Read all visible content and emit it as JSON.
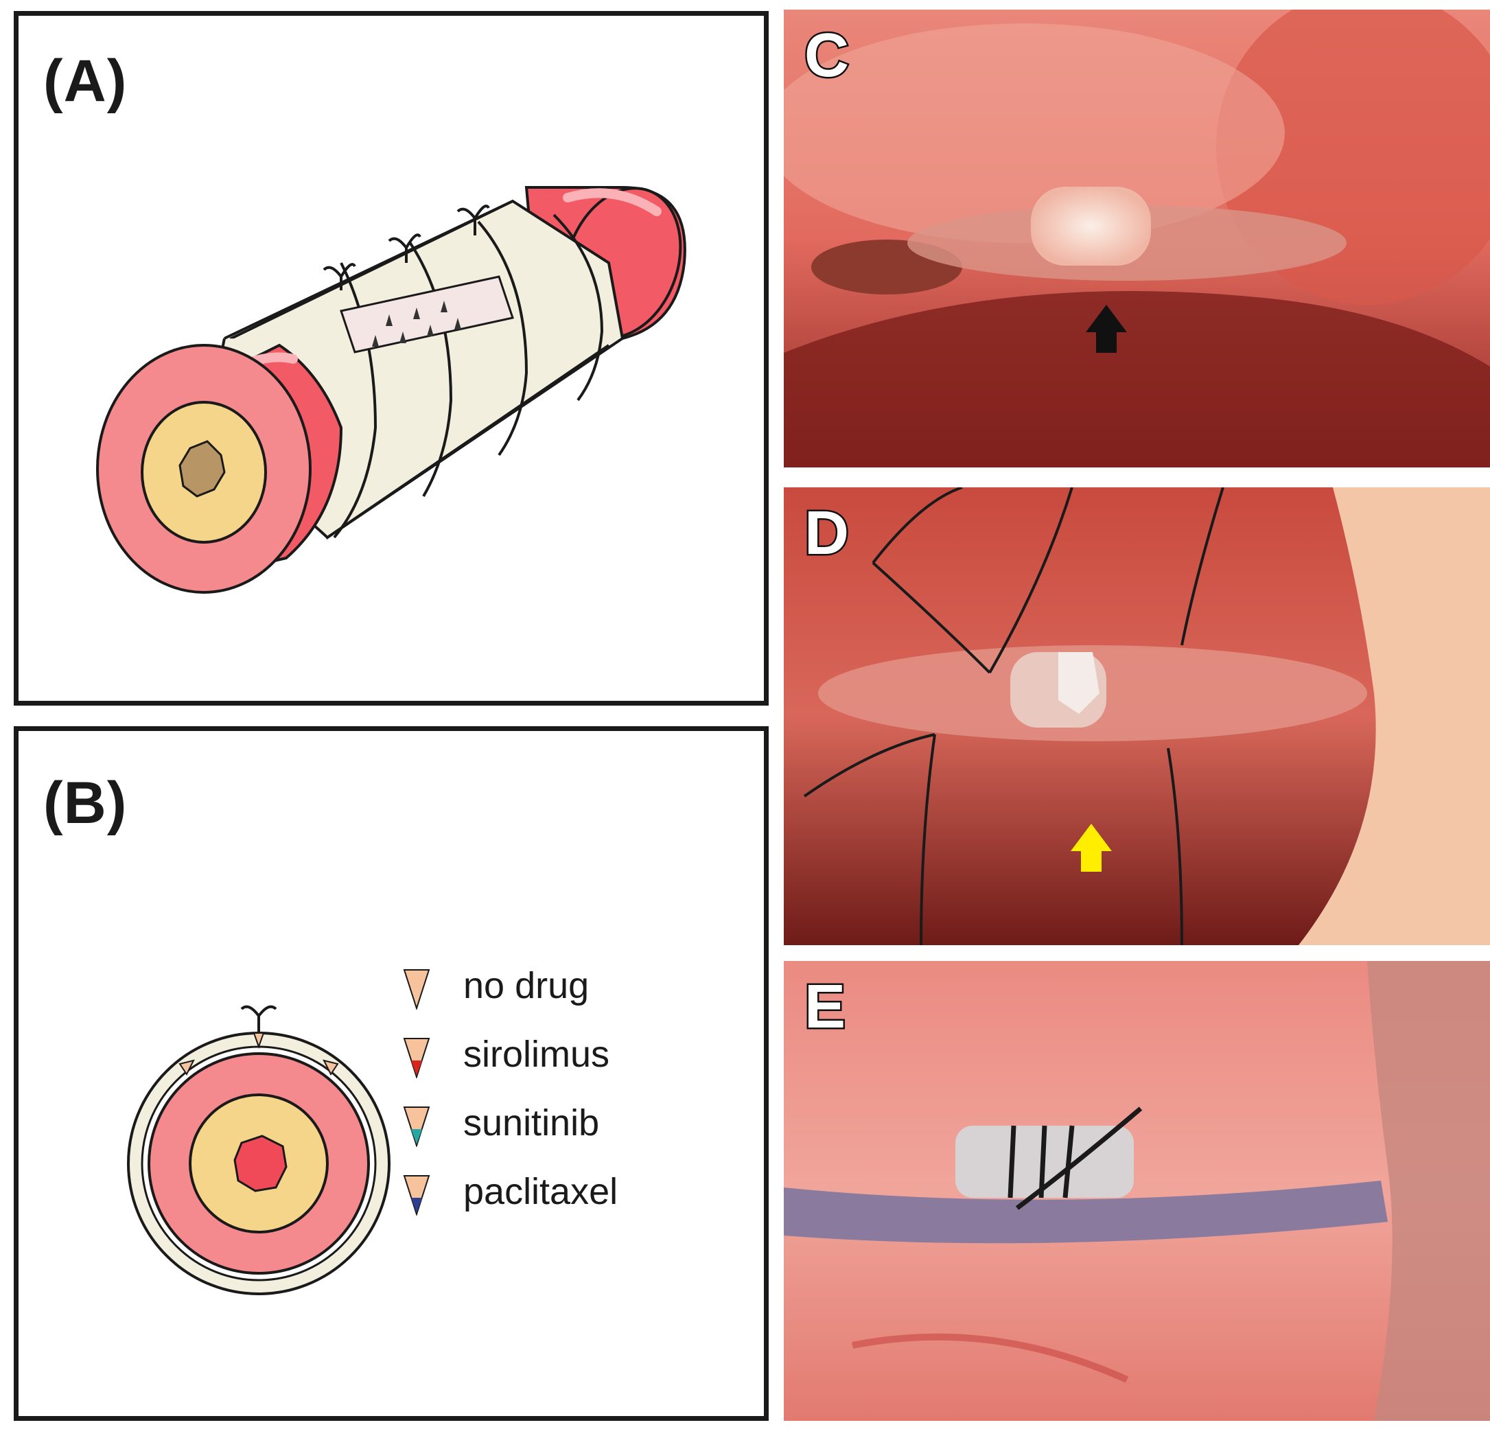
{
  "panels": {
    "a": {
      "label": "(A)"
    },
    "b": {
      "label": "(B)"
    },
    "c": {
      "label": "C"
    },
    "d": {
      "label": "D"
    },
    "e": {
      "label": "E"
    }
  },
  "legend": {
    "items": [
      {
        "label": "no drug",
        "tip_color": "#f6c39d"
      },
      {
        "label": "sirolimus",
        "tip_color": "#d8261e"
      },
      {
        "label": "sunitinib",
        "tip_color": "#27a7a3"
      },
      {
        "label": "paclitaxel",
        "tip_color": "#2e3f8f"
      }
    ]
  },
  "colors": {
    "vessel_red": "#f25a65",
    "vessel_face": "#f48a8e",
    "media_yellow": "#f5d58a",
    "wrap_cream": "#f3efdf",
    "arrow_c": "#111111",
    "arrow_d": "#ffee00"
  }
}
